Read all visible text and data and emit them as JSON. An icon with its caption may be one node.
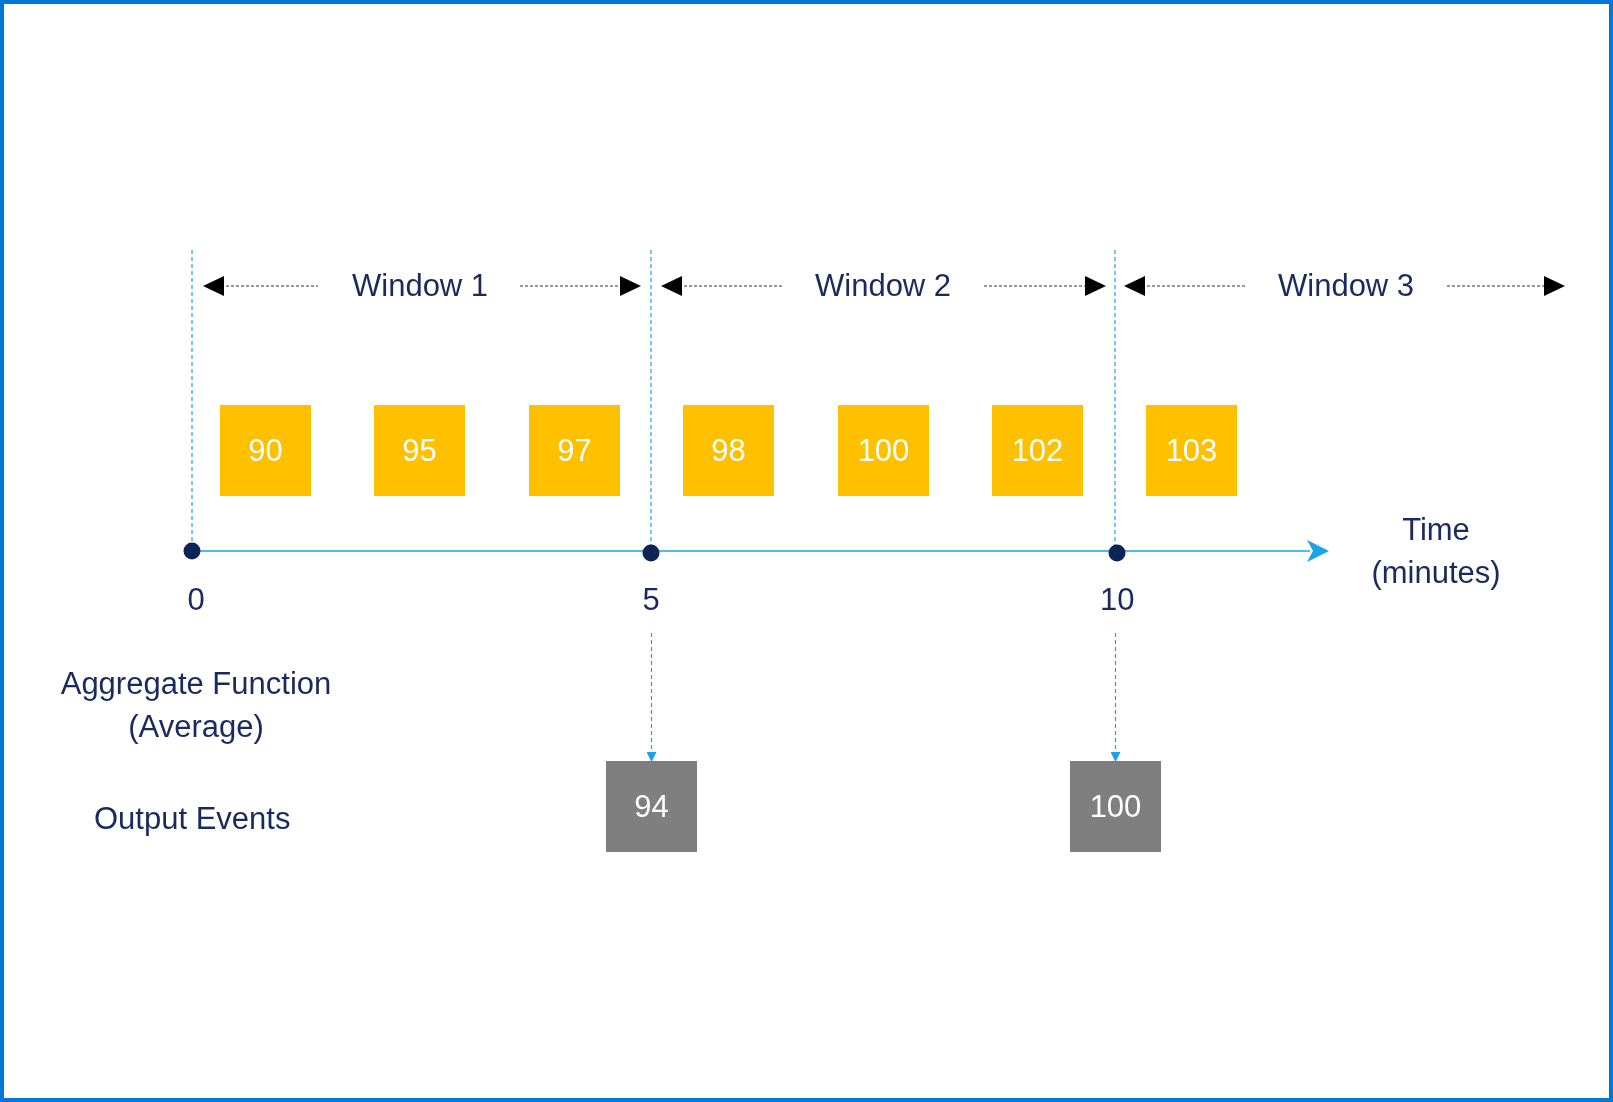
{
  "diagram": {
    "nodes": [
      {
        "text": [
          "90"
        ]
      },
      {
        "text": [
          "95"
        ]
      },
      {
        "text": [
          "97"
        ]
      },
      {
        "text": [
          "98"
        ]
      },
      {
        "text": [
          "100"
        ]
      },
      {
        "text": [
          "102"
        ]
      },
      {
        "text": [
          "103"
        ]
      },
      {
        "text": [
          "94"
        ]
      },
      {
        "text": [
          "100"
        ]
      }
    ],
    "edges": [
      {
        "from": null,
        "to": 7,
        "arrow": "to",
        "style": "dashed"
      },
      {
        "from": null,
        "to": 8,
        "arrow": "to",
        "style": "dashed"
      }
    ],
    "labels": [
      "Window 1",
      "Window 2",
      "Window 3",
      "Time (minutes)",
      "0",
      "5",
      "10",
      "Aggregate Function (Average)",
      "Output Events"
    ]
  }
}
